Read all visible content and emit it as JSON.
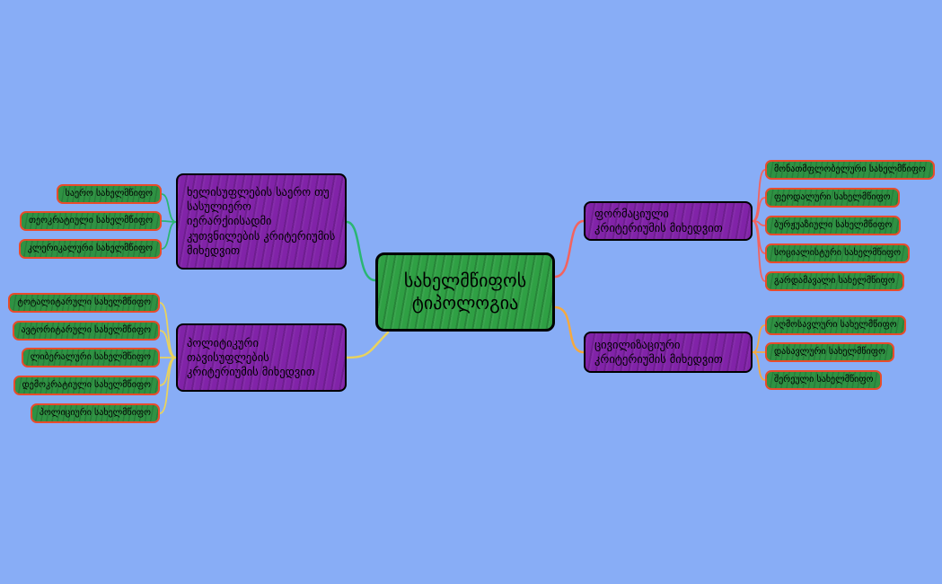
{
  "title": "სახელმწიფოს ტიპოლოგია",
  "center": {
    "label": "სახელმწიფოს ტიპოლოგია"
  },
  "branches": [
    {
      "label": "ხელისუფლების საერო თუ სასულიერო იერარქიისადმი კუთვნილების კრიტერიუმის მიხედვით",
      "color": "#2bb673",
      "children": [
        "საერო სახელმწიფო",
        "თეოკრატიული სახელმწიფო",
        "კლერიკალური სახელმწიფო"
      ]
    },
    {
      "label": "პოლიტიკური თავისუფლების კრიტერიუმის მიხედვით",
      "color": "#e9d25e",
      "children": [
        "ტოტალიტარული სახელმწიფო",
        "ავტორიტარული სახელმწიფო",
        "ლიბერალური სახელმწიფო",
        "დემოკრატიული სახელმწიფო",
        "პოლიციური სახელმწიფო"
      ]
    },
    {
      "label": "ფორმაციული კრიტერიუმის მიხედვით",
      "color": "#f2635f",
      "children": [
        "მონათმფლობელური სახელმწიფო",
        "ფეოდალური სახელმწიფო",
        "ბურჟუაზიული სახელმწიფო",
        "სოციალისტური სახელმწიფო",
        "გარდამავალი სახელმწიფო"
      ]
    },
    {
      "label": "ცივილიზაციური კრიტერიუმის მიხედვით",
      "color": "#f5a93f",
      "children": [
        "აღმოსავლური სახელმწიფო",
        "დასავლური სახელმწიფო",
        "შერეული სახელმწიფო"
      ]
    }
  ],
  "colors": {
    "background": "#88adf6",
    "center_fill": "#2fa044",
    "branch_fill": "#8123a8",
    "leaf_fill": "#2f9243",
    "leaf_border": "#e84c2b",
    "node_border": "#000000"
  }
}
